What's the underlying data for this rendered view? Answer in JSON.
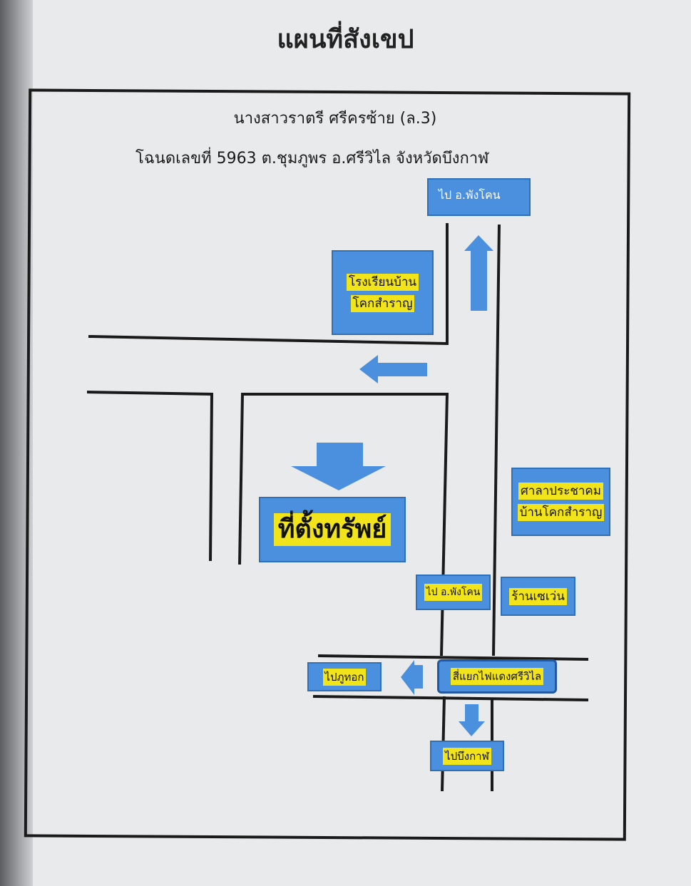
{
  "title": "แผนที่สังเขป",
  "owner": "นางสาวราตรี ศรีครซ้าย (ล.3)",
  "deed": "โฉนดเลขที่ 5963 ต.ชุมภูพร อ.ศรีวิไล จังหวัดบึงกาฬ",
  "labels": {
    "to_phang_khon_top": "ไป อ.พังโคน",
    "school_line1": "โรงเรียนบ้าน",
    "school_line2": "โคกสำราญ",
    "property": "ที่ตั้งทรัพย์",
    "hall_line1": "ศาลาประชาคม",
    "hall_line2": "บ้านโคกสำราญ",
    "to_phang_khon_mid": "ไป อ.พังโคน",
    "seven_eleven": "ร้านเซเว่น",
    "intersection": "สี่แยกไฟแดงศรีวิไล",
    "to_phu_thok": "ไปภูทอก",
    "to_bueng_kan": "ไปบึงกาฬ"
  },
  "colors": {
    "box": "#4a90de",
    "highlight": "#f2e41a",
    "line": "#1a1a1a"
  }
}
